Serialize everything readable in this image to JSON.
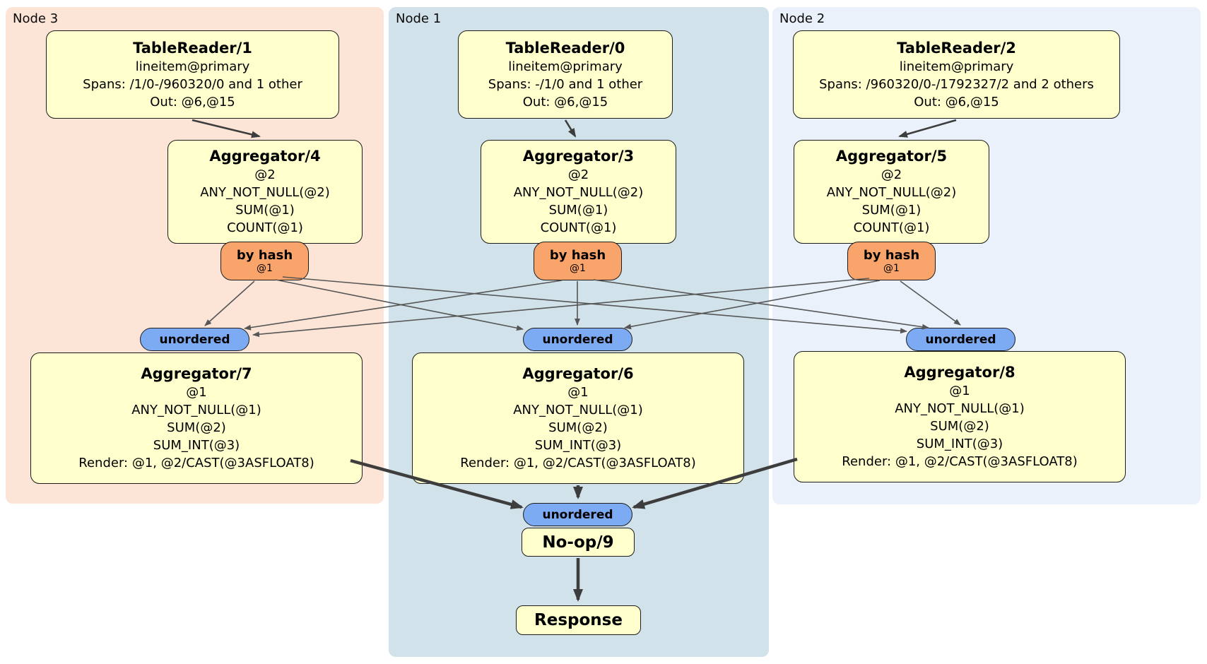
{
  "regions": [
    {
      "label": "Node 3"
    },
    {
      "label": "Node 1"
    },
    {
      "label": "Node 2"
    }
  ],
  "processors": {
    "tr1": {
      "title": "TableReader/1",
      "lines": [
        "lineitem@primary",
        "Spans: /1/0-/960320/0 and 1 other",
        "Out: @6,@15"
      ]
    },
    "tr0": {
      "title": "TableReader/0",
      "lines": [
        "lineitem@primary",
        "Spans: -/1/0 and 1 other",
        "Out: @6,@15"
      ]
    },
    "tr2": {
      "title": "TableReader/2",
      "lines": [
        "lineitem@primary",
        "Spans: /960320/0-/1792327/2 and 2 others",
        "Out: @6,@15"
      ]
    },
    "agg4": {
      "title": "Aggregator/4",
      "lines": [
        "@2",
        "ANY_NOT_NULL(@2)",
        "SUM(@1)",
        "COUNT(@1)"
      ]
    },
    "agg3": {
      "title": "Aggregator/3",
      "lines": [
        "@2",
        "ANY_NOT_NULL(@2)",
        "SUM(@1)",
        "COUNT(@1)"
      ]
    },
    "agg5": {
      "title": "Aggregator/5",
      "lines": [
        "@2",
        "ANY_NOT_NULL(@2)",
        "SUM(@1)",
        "COUNT(@1)"
      ]
    },
    "agg7": {
      "title": "Aggregator/7",
      "lines": [
        "@1",
        "ANY_NOT_NULL(@1)",
        "SUM(@2)",
        "SUM_INT(@3)",
        "Render: @1, @2/CAST(@3ASFLOAT8)"
      ]
    },
    "agg6": {
      "title": "Aggregator/6",
      "lines": [
        "@1",
        "ANY_NOT_NULL(@1)",
        "SUM(@2)",
        "SUM_INT(@3)",
        "Render: @1, @2/CAST(@3ASFLOAT8)"
      ]
    },
    "agg8": {
      "title": "Aggregator/8",
      "lines": [
        "@1",
        "ANY_NOT_NULL(@1)",
        "SUM(@2)",
        "SUM_INT(@3)",
        "Render: @1, @2/CAST(@3ASFLOAT8)"
      ]
    },
    "noop": {
      "title": "No-op/9"
    },
    "response": {
      "title": "Response"
    }
  },
  "router": {
    "label": "by hash",
    "stream": "@1"
  },
  "sync_label": "unordered",
  "colors": {
    "node3_bg": "#fce4d6",
    "node1_bg": "#d2e2ea",
    "node2_bg": "#eaf1fb",
    "processor_bg": "#ffffce",
    "router_bg": "#f9a46a",
    "sync_bg": "#7dabf3",
    "border": "#1c1c1c",
    "edge_thin": "#565656",
    "edge_thick": "#3d3d3d"
  }
}
